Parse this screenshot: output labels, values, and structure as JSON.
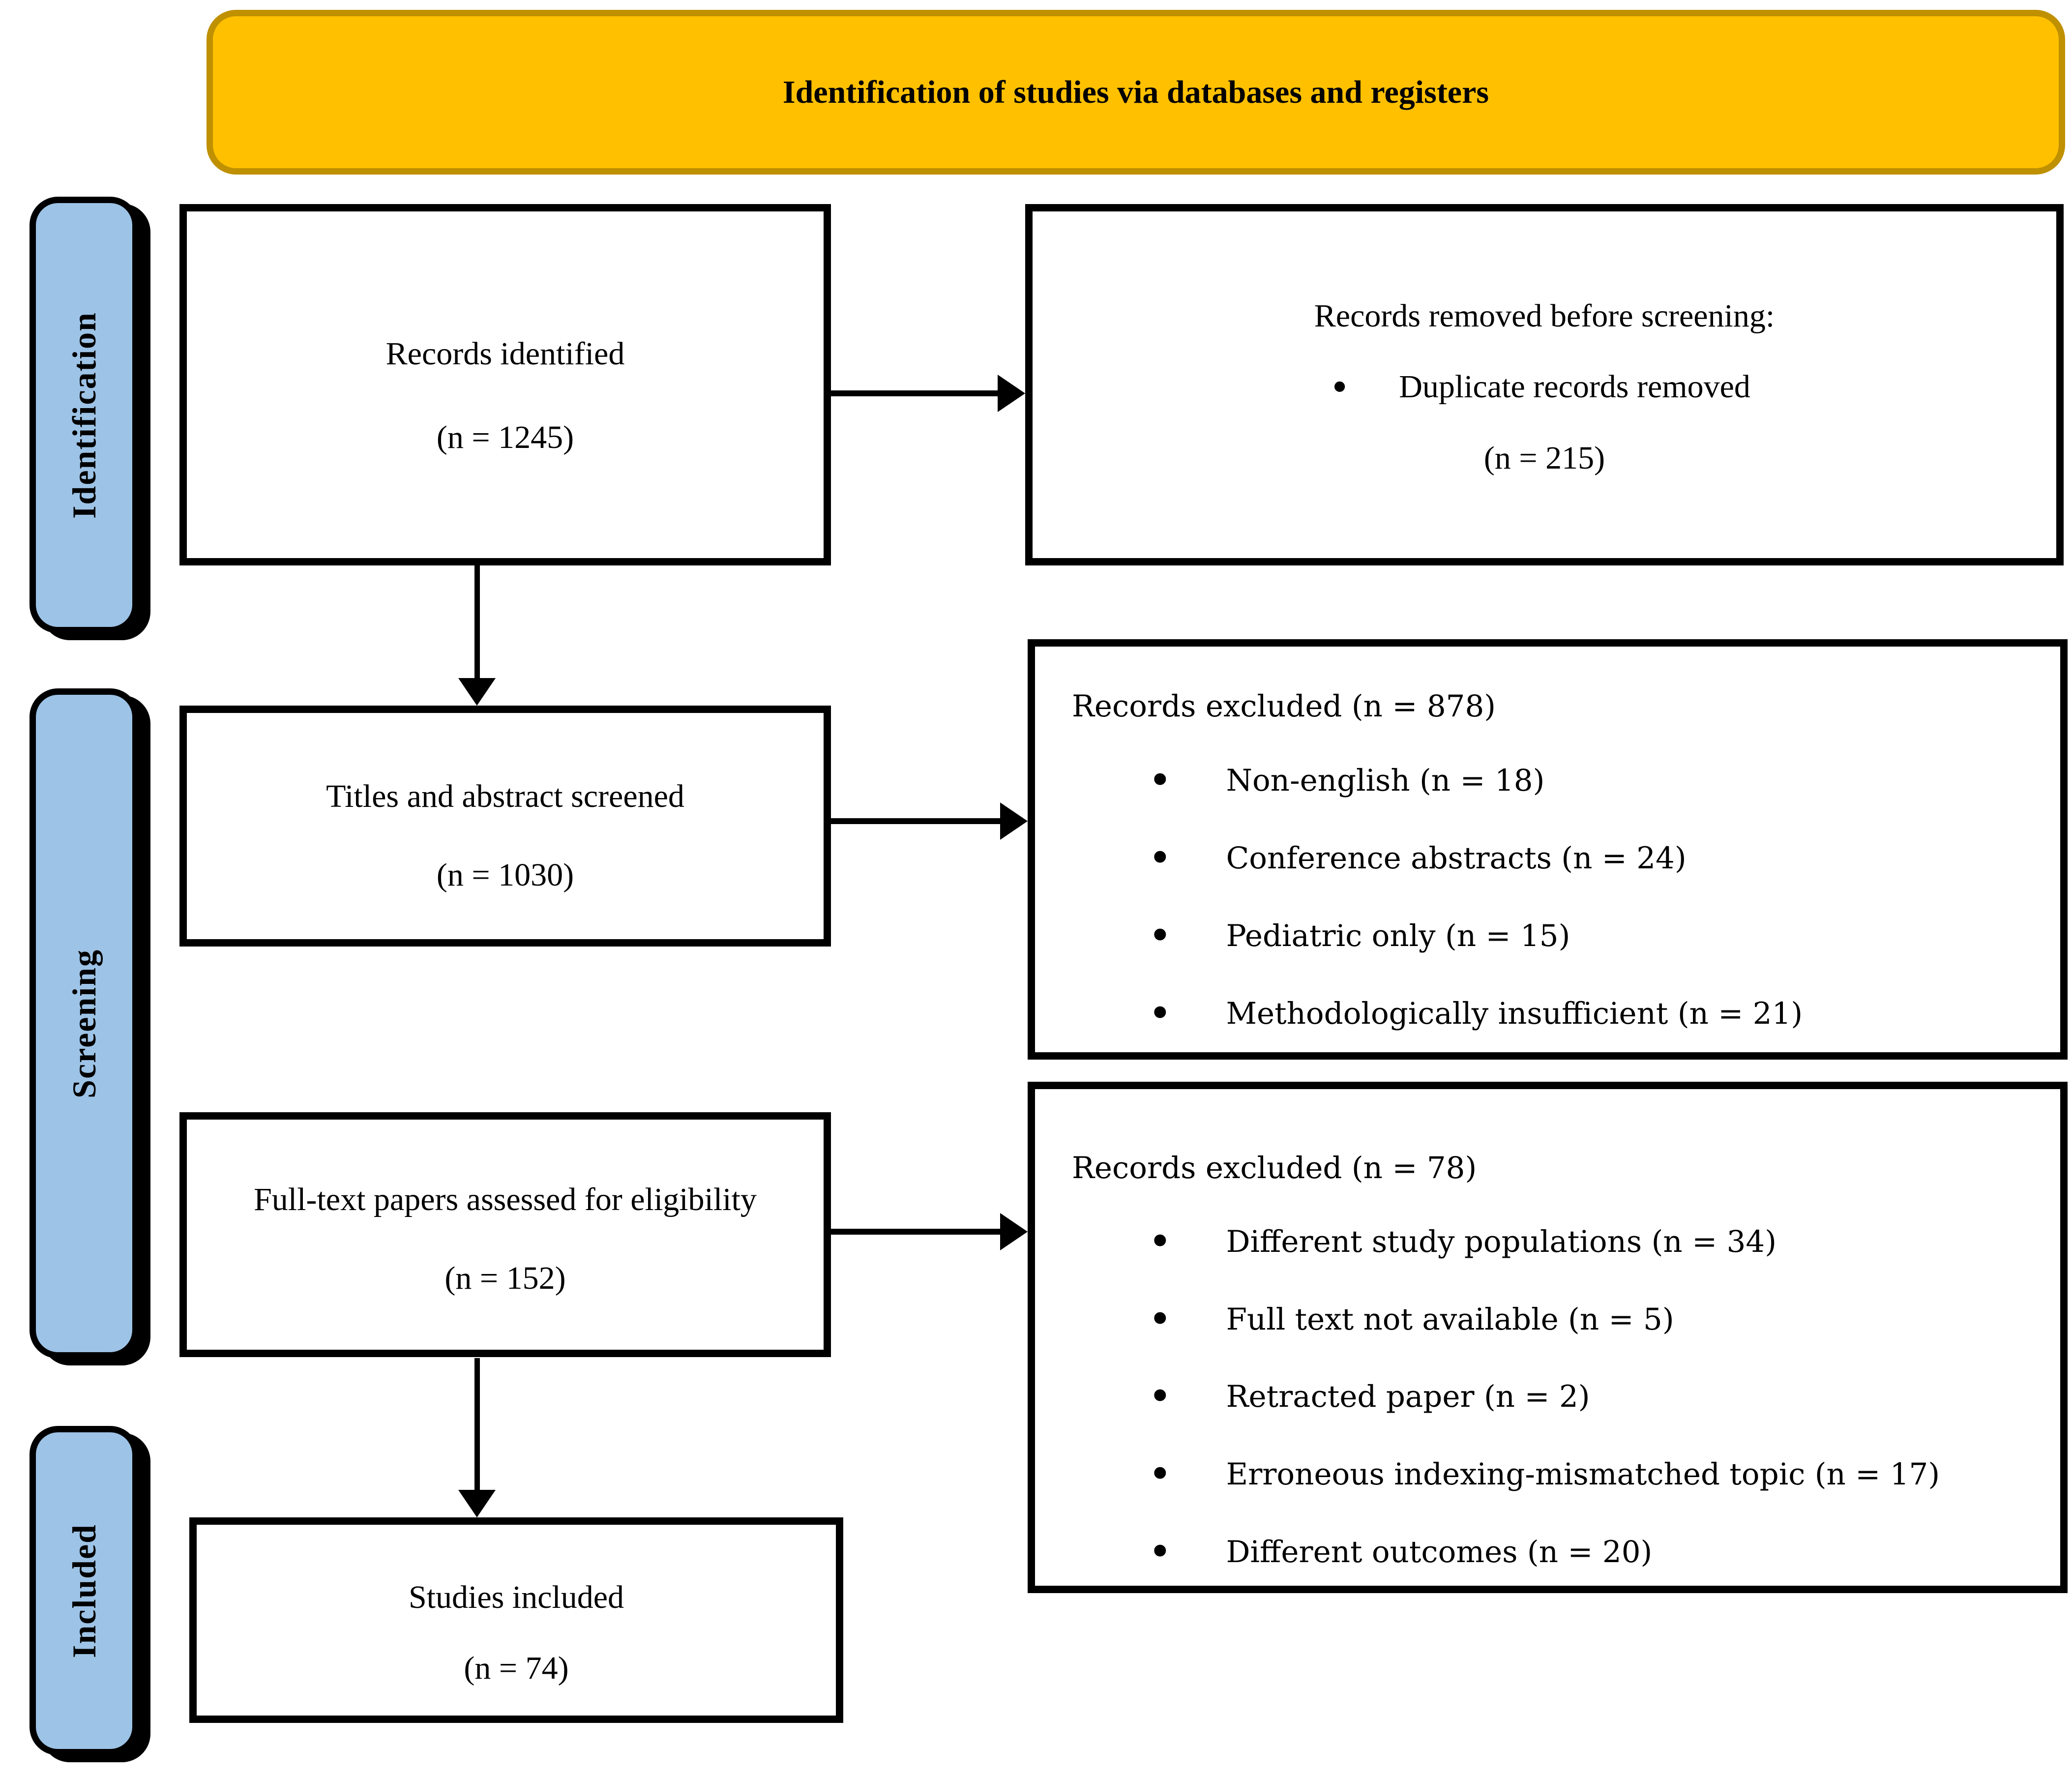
{
  "banner": {
    "title": "Identification of studies via databases and registers"
  },
  "colors": {
    "banner_fill": "#FFC000",
    "banner_border": "#BF9000",
    "stage_fill": "#9DC3E6",
    "line_color": "#000000"
  },
  "stages": [
    {
      "label": "Identification"
    },
    {
      "label": "Screening"
    },
    {
      "label": "Included"
    }
  ],
  "flow": {
    "records_identified": {
      "line1": "Records identified",
      "line2": "(n = 1245)"
    },
    "records_removed": {
      "heading": "Records removed before screening:",
      "bullet": "Duplicate records removed",
      "count": "(n = 215)"
    },
    "titles_screened": {
      "line1": "Titles and abstract screened",
      "line2": "(n = 1030)"
    },
    "records_excluded_screening": {
      "heading": "Records excluded (n = 878)",
      "bullets": [
        "Non-english (n = 18)",
        "Conference abstracts (n = 24)",
        "Pediatric only (n = 15)",
        "Methodologically insufficient (n = 21)"
      ]
    },
    "fulltext_assessed": {
      "line1": "Full-text papers assessed for eligibility",
      "line2": "(n = 152)"
    },
    "records_excluded_eligibility": {
      "heading": "Records excluded (n = 78)",
      "bullets": [
        "Different study populations (n = 34)",
        "Full text not available (n = 5)",
        "Retracted paper (n = 2)",
        "Erroneous indexing-mismatched topic (n = 17)",
        "Different outcomes (n = 20)"
      ]
    },
    "studies_included": {
      "line1": "Studies included",
      "line2": "(n = 74)"
    }
  }
}
